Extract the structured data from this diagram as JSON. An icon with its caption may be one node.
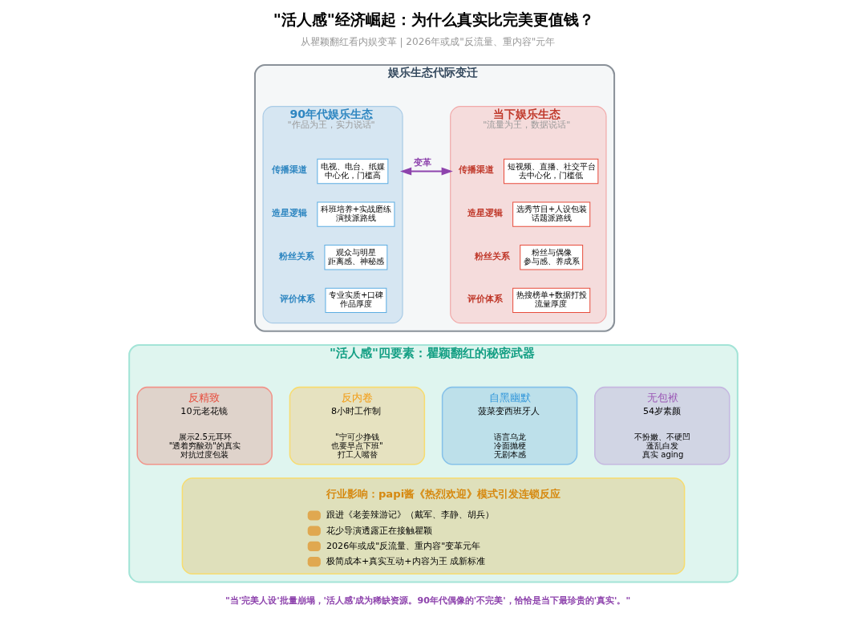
{
  "diagram": {
    "title": "\"活人感\"经济崛起：为什么真实比完美更值钱？",
    "caption": "\"当'完美人设'批量崩塌，'活人感'成为稀缺资源。90年代偶像的'不完美'，恰恰是当下最珍贵的'真实'。\"",
    "nodes": [
      {
        "text": [
          "娱乐生态代际变迁"
        ]
      },
      {
        "text": [
          "90年代娱乐生态",
          "\"作品为王，实力说话\""
        ],
        "in": 0
      },
      {
        "text": [
          "电视、电台、纸媒",
          "中心化，门槛高"
        ],
        "beside": [
          "传播渠道"
        ],
        "in": 1
      },
      {
        "text": [
          "科班培养+实战磨练",
          "演技派路线"
        ],
        "beside": [
          "造星逻辑"
        ],
        "in": 1
      },
      {
        "text": [
          "观众与明星",
          "距离感、神秘感"
        ],
        "beside": [
          "粉丝关系"
        ],
        "in": 1
      },
      {
        "text": [
          "专业实质+口碑",
          "作品厚度"
        ],
        "beside": [
          "评价体系"
        ],
        "in": 1
      },
      {
        "text": [
          "当下娱乐生态",
          "\"流量为王，数据说话\""
        ],
        "in": 0
      },
      {
        "text": [
          "短视频、直播、社交平台",
          "去中心化，门槛低"
        ],
        "beside": [
          "传播渠道"
        ],
        "in": 6
      },
      {
        "text": [
          "选秀节目+人设包装",
          "话题派路线"
        ],
        "beside": [
          "造星逻辑"
        ],
        "in": 6
      },
      {
        "text": [
          "粉丝与偶像",
          "参与感、养成系"
        ],
        "beside": [
          "粉丝关系"
        ],
        "in": 6
      },
      {
        "text": [
          "热搜榜单+数据打投",
          "流量厚度"
        ],
        "beside": [
          "评价体系"
        ],
        "in": 6
      },
      {
        "text": [
          "\"活人感\"四要素：瞿颖翻红的秘密武器"
        ]
      },
      {
        "text": [
          "反精致",
          "10元老花镜",
          "展示2.5元耳环",
          "\"透着穷酸劲\"的真实",
          "对抗过度包装"
        ],
        "in": 11
      },
      {
        "text": [
          "反内卷",
          "8小时工作制",
          "\"宁可少挣钱",
          "也要早点下班\"",
          "打工人嘴替"
        ],
        "in": 11
      },
      {
        "text": [
          "自黑幽默",
          "菠菜变西班牙人",
          "语言乌龙",
          "冷面抛梗",
          "无剧本感"
        ],
        "in": 11
      },
      {
        "text": [
          "无包袱",
          "54岁素颜",
          "不扮嫩、不硬凹",
          "蓬乱白发",
          "真实 aging"
        ],
        "in": 11
      },
      {
        "text": [
          "行业影响：papi酱《热烈欢迎》模式引发连锁反应",
          "跟进《老姜辣游记》（戴军、李静、胡兵）",
          "花少导演透露正在接触瞿颖",
          "2026年或成\"反流量、重内容\"变革元年",
          "极简成本+真实互动+内容为王 成新标准"
        ],
        "in": 11
      }
    ],
    "edges": [
      {
        "from": 1,
        "to": 6,
        "arrow": "both",
        "label": "变革",
        "color": "#8e44ad"
      }
    ],
    "labels": [
      "从瞿颖翻红看内娱变革 | 2026年或成\"反流量、重内容\"元年"
    ]
  }
}
